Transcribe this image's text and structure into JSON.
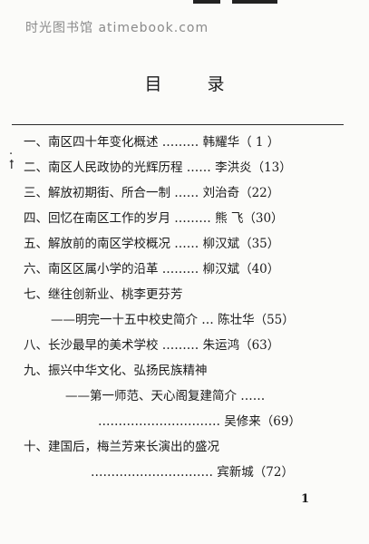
{
  "watermark": "时光图书馆 atimebook.com",
  "title": "目  录",
  "marks": {
    "left_a": "·",
    "left_b": "ꝉ"
  },
  "toc": [
    {
      "text": "一、南区四十年变化概述 ……… 韩耀华（ 1 ）"
    },
    {
      "text": "二、南区人民政协的光辉历程 …… 李洪炎（13）"
    },
    {
      "text": "三、解放初期街、所合一制 …… 刘治奇（22）"
    },
    {
      "text": "四、回忆在南区工作的岁月 ……… 熊  飞（30）"
    },
    {
      "text": "五、解放前的南区学校概况 …… 柳汉斌（35）"
    },
    {
      "text": "六、南区区属小学的沿革 ……… 柳汉斌（40）"
    },
    {
      "text": "七、继往创新业、桃李更芬芳"
    },
    {
      "text": "——明完一十五中校史简介 … 陈壮华（55）"
    },
    {
      "text": "八、长沙最早的美术学校 ……… 朱运鸿（63）"
    },
    {
      "text": "九、振兴中华文化、弘扬民族精神"
    },
    {
      "text": "——第一师范、天心阁复建简介 ……"
    },
    {
      "text": "………………………… 吴修来（69）"
    },
    {
      "text": "十、建国后，梅兰芳来长演出的盛况"
    },
    {
      "text": "………………………… 宾新城（72）"
    }
  ],
  "page_number": "1"
}
